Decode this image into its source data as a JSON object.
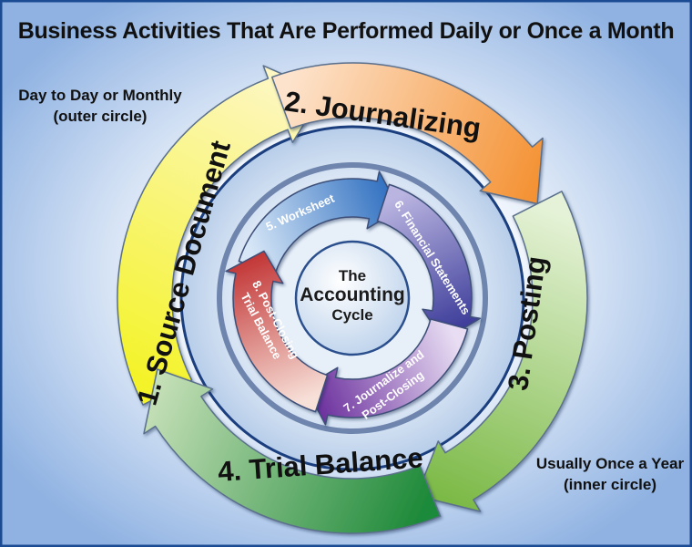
{
  "title": "Business Activities That Are Performed Daily or Once a Month",
  "outer_note": {
    "line1": "Day to Day or Monthly",
    "line2": "(outer circle)"
  },
  "inner_note": {
    "line1": "Usually Once a Year",
    "line2": "(inner circle)"
  },
  "center": {
    "line1": "The",
    "line2": "Accounting",
    "line3": "Cycle"
  },
  "outer_steps": [
    {
      "label": "1. Source Document",
      "color_start": "#f4f32a",
      "color_end": "#fdf7c6"
    },
    {
      "label": "2. Journalizing",
      "color_start": "#fde3cc",
      "color_end": "#f49030"
    },
    {
      "label": "3. Posting",
      "color_start": "#e5f2d7",
      "color_end": "#79b843"
    },
    {
      "label": "4. Trial Balance",
      "color_start": "#1f8a3a",
      "color_end": "#c8e1b9"
    }
  ],
  "inner_steps": [
    {
      "label": "5. Worksheet",
      "color_start": "#d7e7f7",
      "color_end": "#2f6fc0"
    },
    {
      "label": "6. Financial Statements",
      "color_start": "#b9b4e0",
      "color_end": "#3a3a98"
    },
    {
      "label": "7. Journalize and Post-Closing",
      "line1": "7. Journalize and",
      "line2": "Post-Closing",
      "color_start": "#e8ddf3",
      "color_end": "#6a2e9c"
    },
    {
      "label": "8. Post-Closing Trial Balance",
      "line1": "8. Post-Closing",
      "line2": "Trial Balance",
      "color_start": "#f7e0d8",
      "color_end": "#c23535"
    }
  ],
  "colors": {
    "background_center": "#ffffff",
    "background_edge": "#8fb2e2",
    "frame": "#1b4b92",
    "inner_disc": "#c9dbf2"
  }
}
